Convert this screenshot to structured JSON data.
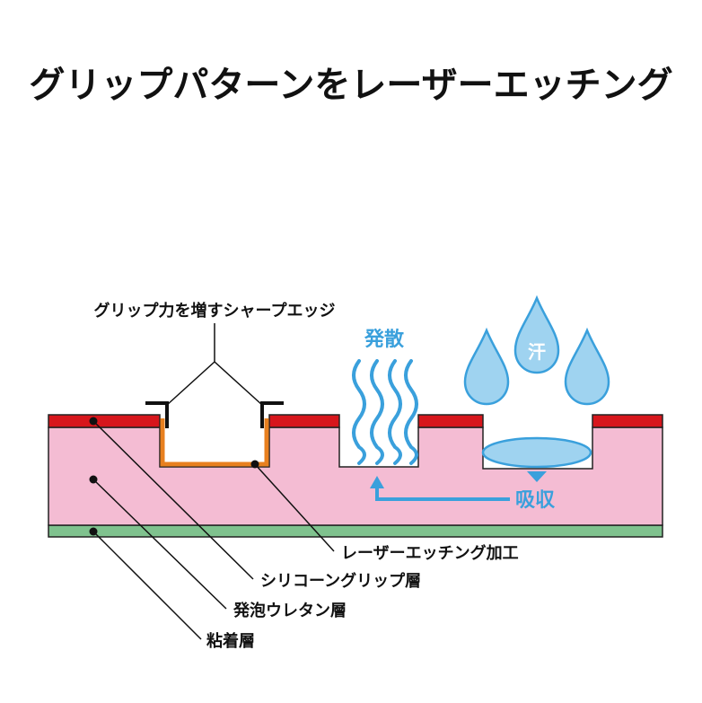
{
  "title": "グリップパターンをレーザーエッチング",
  "labels": {
    "sharp_edge": "グリップ力を増すシャープエッジ",
    "dissipate": "発散",
    "sweat": "汗",
    "absorb": "吸収",
    "laser_etching": "レーザーエッチング加工",
    "silicone_layer": "シリコーングリップ層",
    "foam_layer": "発泡ウレタン層",
    "adhesive_layer": "粘着層"
  },
  "colors": {
    "silicone": "#d7161c",
    "foam": "#f4bcd3",
    "adhesive": "#7fc28e",
    "etch_line": "#e8801f",
    "water": "#3aa0dc",
    "drop_fill": "#9fd3f0"
  }
}
